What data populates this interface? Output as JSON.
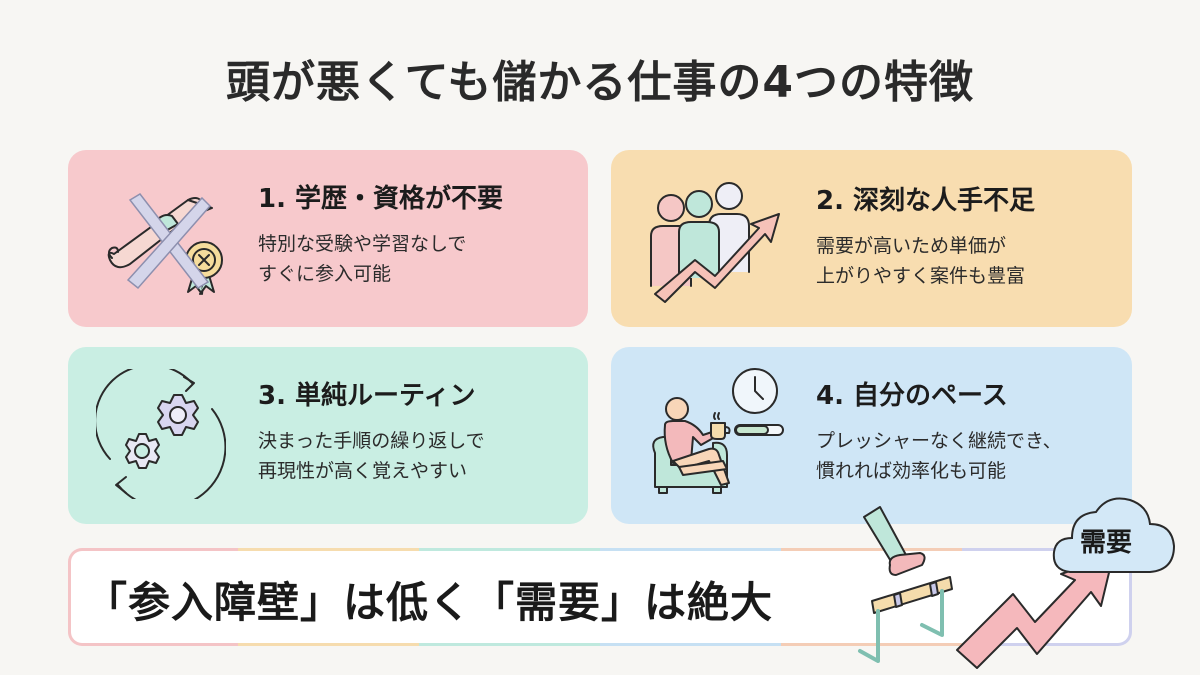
{
  "title": "頭が悪くても儲かる仕事の4つの特徴",
  "cards": [
    {
      "heading": "1. 学歴・資格が不要",
      "body": "特別な受験や学習なしで\nすぐに参入可能",
      "icon": "diploma-crossed-icon",
      "color": "#f7c9cc"
    },
    {
      "heading": "2. 深刻な人手不足",
      "body": "需要が高いため単価が\n上がりやすく案件も豊富",
      "icon": "people-rising-arrow-icon",
      "color": "#f8ddb0"
    },
    {
      "heading": "3. 単純ルーティン",
      "body": "決まった手順の繰り返しで\n再現性が高く覚えやすい",
      "icon": "gears-cycle-icon",
      "color": "#c9eee3"
    },
    {
      "heading": "4. 自分のペース",
      "body": "プレッシャーなく継続でき、\n慣れれば効率化も可能",
      "icon": "relaxing-person-clock-icon",
      "color": "#cfe6f6"
    }
  ],
  "banner": {
    "text": "「参入障壁」は低く「需要」は絶大",
    "cloud_label": "需要",
    "icons": [
      "hurdle-step-icon",
      "rising-arrow-icon",
      "cloud-icon"
    ]
  }
}
